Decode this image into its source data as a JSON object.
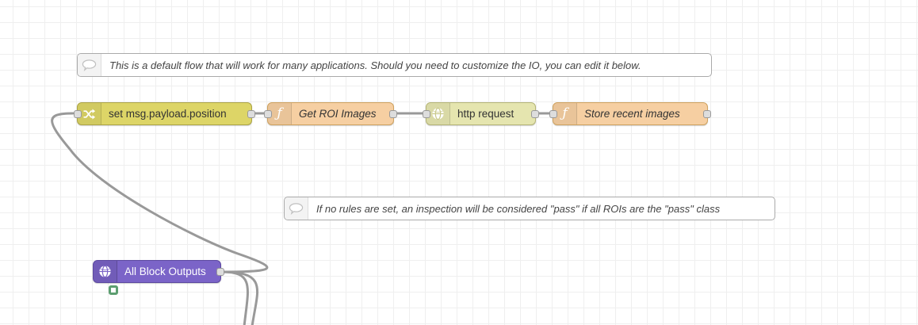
{
  "canvas": {
    "background": "#ffffff",
    "grid_color": "#efefef",
    "wire_color": "#999999",
    "port_color": "#dddddd"
  },
  "comments": [
    {
      "label": "This is a default flow that will work for many applications. Should you need to customize the IO, you can edit it below."
    },
    {
      "label": "If no rules are set, an inspection will be considered \"pass\" if all ROIs are the \"pass\" class"
    }
  ],
  "nodes": [
    {
      "id": "change",
      "type": "change",
      "label": "set msg.payload.position",
      "color": "#ddd567",
      "icon": "shuffle-icon",
      "italic": false
    },
    {
      "id": "get-roi",
      "type": "function",
      "label": "Get ROI Images",
      "color": "#f6cfa2",
      "icon": "function-icon",
      "italic": true
    },
    {
      "id": "http-request",
      "type": "http request",
      "label": "http request",
      "color": "#e5e5af",
      "icon": "globe-icon",
      "italic": false
    },
    {
      "id": "store-images",
      "type": "function",
      "label": "Store recent images",
      "color": "#f6cfa2",
      "icon": "function-icon",
      "italic": true
    },
    {
      "id": "all-block-outputs",
      "type": "input",
      "label": "All Block Outputs",
      "color": "#7b64c8",
      "icon": "globe-icon",
      "italic": false,
      "text_color": "#ffffff",
      "status": {
        "shape": "square",
        "color": "#5c9e70"
      }
    }
  ]
}
